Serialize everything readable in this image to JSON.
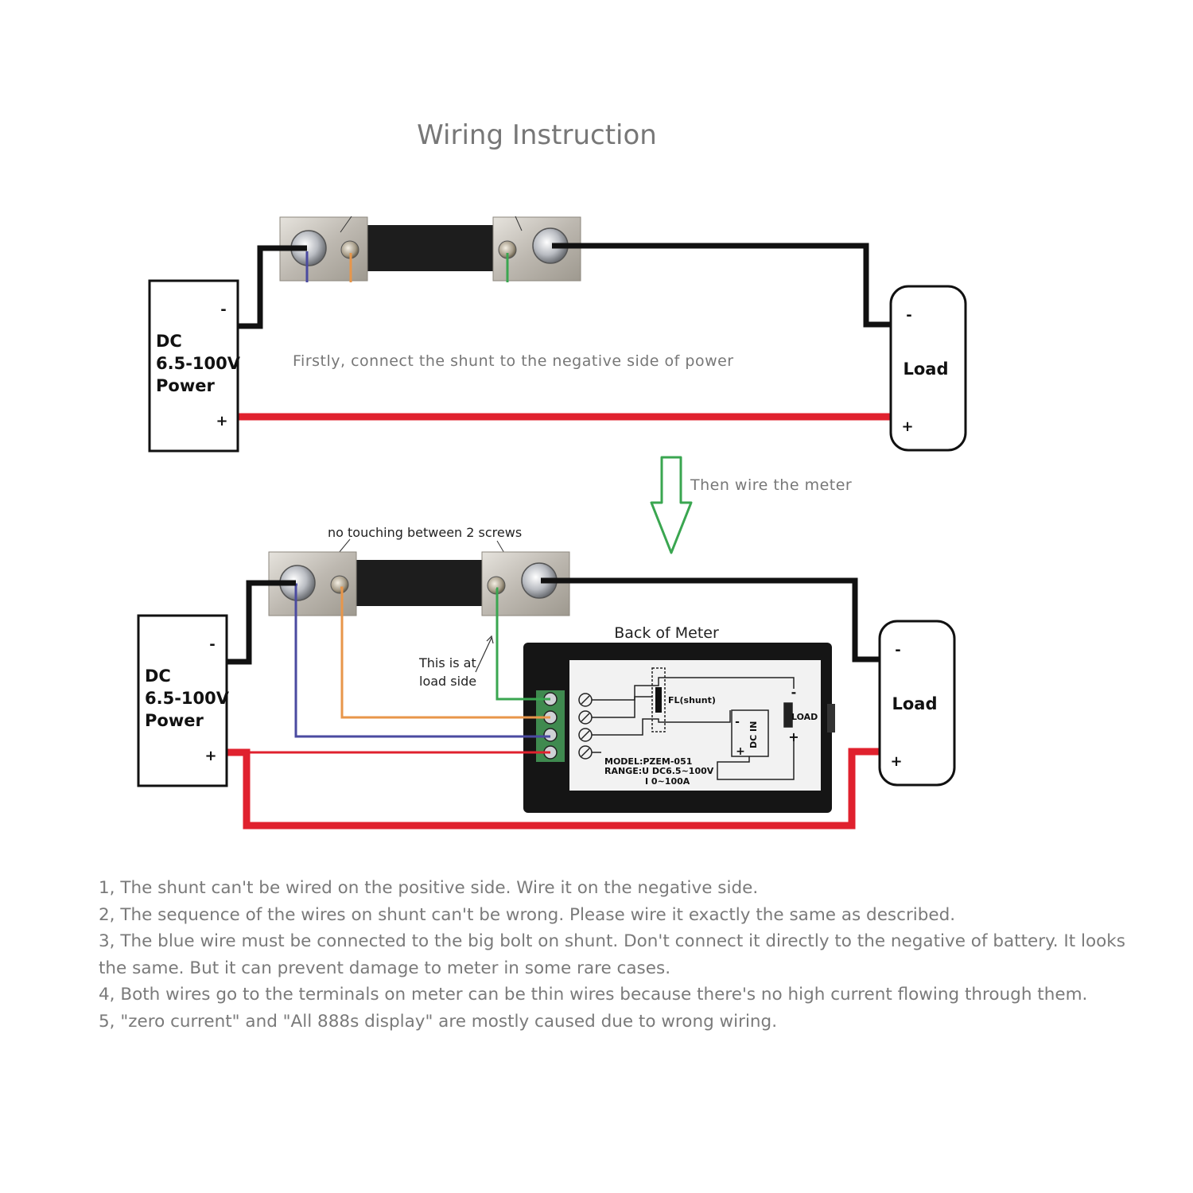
{
  "title": "Wiring Instruction",
  "colors": {
    "wire_black": "#111111",
    "wire_red": "#e0212e",
    "wire_blue": "#4a4aa0",
    "wire_orange": "#e8964a",
    "wire_green": "#3aa650",
    "arrow_green": "#3aa650",
    "text_gray": "#777777"
  },
  "icons": [
    "shunt-bolt-icon",
    "shunt-screw-icon",
    "terminal-screw-icon",
    "down-arrow-icon"
  ],
  "top_diagram": {
    "power": {
      "line1": "DC",
      "line2": "6.5-100V",
      "line3": "Power",
      "neg": "-",
      "pos": "+"
    },
    "load": {
      "label": "Load",
      "neg": "-",
      "pos": "+"
    },
    "caption": "Firstly, connect the shunt to the negative side of power"
  },
  "arrow_caption": "Then wire the meter",
  "bottom_diagram": {
    "power": {
      "line1": "DC",
      "line2": "6.5-100V",
      "line3": "Power",
      "neg": "-",
      "pos": "+"
    },
    "load": {
      "label": "Load",
      "neg": "-",
      "pos": "+"
    },
    "screws_note": "no touching between 2 screws",
    "load_side_line1": "This is at",
    "load_side_line2": "load side",
    "meter": {
      "title": "Back of Meter",
      "shunt_label": "FL(shunt)",
      "load_label": "LOAD",
      "dcin_label": "DC IN",
      "model": "MODEL:PZEM-051",
      "range_u": "RANGE:U DC6.5~100V",
      "range_i": "I 0~100A",
      "minus": "-",
      "plus": "+"
    }
  },
  "notes": [
    "1, The shunt can't be wired on the positive side. Wire it on the negative side.",
    "2, The sequence of the wires on shunt can't be wrong. Please wire it exactly the same as described.",
    "3, The blue wire must be connected to the big bolt on shunt. Don't connect it directly to the negative of  battery. It looks the same. But it can prevent damage to meter in some rare cases.",
    "4, Both wires go to the terminals on meter can be thin wires because there's no high current flowing through  them.",
    "5, \"zero current\" and \"All 888s display\" are mostly caused due to wrong wiring."
  ]
}
